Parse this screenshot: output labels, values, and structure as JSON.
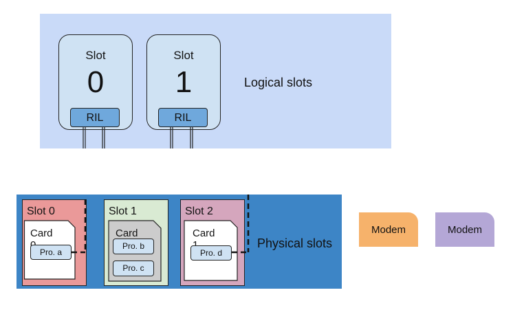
{
  "logical": {
    "caption": "Logical slots",
    "slots": [
      {
        "word": "Slot",
        "number": "0",
        "ril": "RIL"
      },
      {
        "word": "Slot",
        "number": "1",
        "ril": "RIL"
      }
    ]
  },
  "physical": {
    "caption": "Physical slots",
    "slots": [
      {
        "label": "Slot 0",
        "card": "Card 0",
        "profiles": [
          "Pro. a"
        ],
        "color": "#ea9999"
      },
      {
        "label": "Slot 1",
        "card": "Card X",
        "profiles": [
          "Pro. b",
          "Pro. c"
        ],
        "color": "#d9ead3"
      },
      {
        "label": "Slot 2",
        "card": "Card 1",
        "profiles": [
          "Pro. d"
        ],
        "color": "#d5a6bd"
      }
    ]
  },
  "modems": [
    {
      "label": "Modem",
      "color": "#f6b26b"
    },
    {
      "label": "Modem",
      "color": "#b4a7d6"
    }
  ],
  "colors": {
    "logical_panel": "#c9daf8",
    "physical_panel": "#3d85c6",
    "ril": "#6fa8dc",
    "profile": "#cfe2f3"
  }
}
